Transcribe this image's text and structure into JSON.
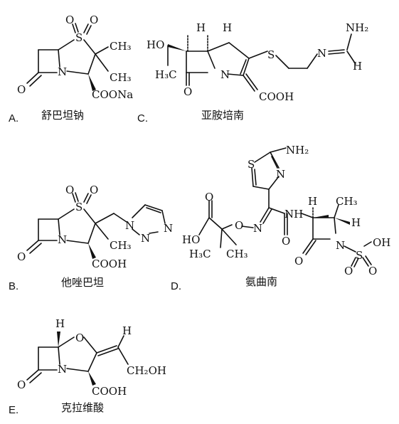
{
  "items": [
    {
      "letter": "A.",
      "name": "舒巴坦钠"
    },
    {
      "letter": "C.",
      "name": "亚胺培南"
    },
    {
      "letter": "B.",
      "name": "他唑巴坦"
    },
    {
      "letter": "D.",
      "name": "氨曲南"
    },
    {
      "letter": "E.",
      "name": "克拉维酸"
    }
  ],
  "atoms": {
    "A": {
      "o1": "O",
      "s": "S",
      "o2": "O",
      "ch3a": "CH₃",
      "ch3b": "CH₃",
      "n": "N",
      "o": "O",
      "coona": "COONa"
    },
    "C": {
      "h1": "H",
      "h2": "H",
      "nh2": "NH₂",
      "ho": "HO",
      "s": "S",
      "n2": "N",
      "h3": "H",
      "h3c": "H₃C",
      "n": "N",
      "o": "O",
      "cooh": "COOH"
    },
    "B": {
      "o1": "O",
      "s": "S",
      "o2": "O",
      "n1": "N",
      "n2": "N",
      "n3": "N",
      "ch3": "CH₃",
      "n": "N",
      "o": "O",
      "cooh": "COOH"
    },
    "D": {
      "s": "S",
      "nh2": "NH₂",
      "nt": "N",
      "o1": "O",
      "o2": "O",
      "n1": "N",
      "nh": "NH",
      "h1": "H",
      "ch3": "CH₃",
      "h2": "H",
      "ho": "HO",
      "h3c": "H₃C",
      "ch3b": "CH₃",
      "o3": "O",
      "o4": "O",
      "n": "N",
      "s2": "S",
      "oh": "OH",
      "o5": "O",
      "o6": "O"
    },
    "E": {
      "h": "H",
      "o1": "O",
      "h2": "H",
      "n": "N",
      "o": "O",
      "ch2oh": "CH₂OH",
      "cooh": "COOH"
    }
  }
}
